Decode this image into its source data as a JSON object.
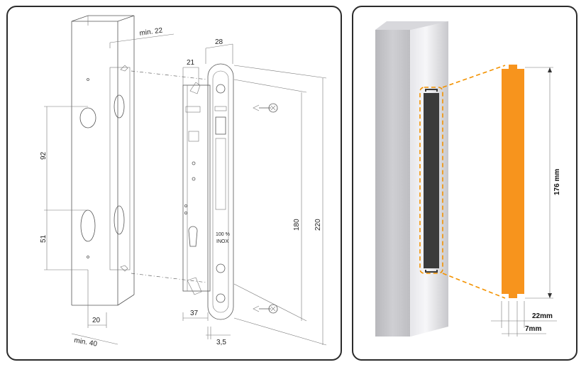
{
  "left_diagram": {
    "dimensions": {
      "min_22": "min. 22",
      "d28": "28",
      "d21": "21",
      "d92": "92",
      "d51": "51",
      "d180": "180",
      "d220": "220",
      "d20": "20",
      "d37": "37",
      "d3_5": "3,5",
      "min_40": "min. 40"
    },
    "plate_text_line1": "100 %",
    "plate_text_line2": "INOX"
  },
  "right_diagram": {
    "dimensions": {
      "height": "176 mm",
      "width": "22mm",
      "depth": "7mm"
    },
    "colors": {
      "cutout": "#f7941d",
      "outline": "#f39200",
      "post": "#c9c9cc"
    }
  }
}
